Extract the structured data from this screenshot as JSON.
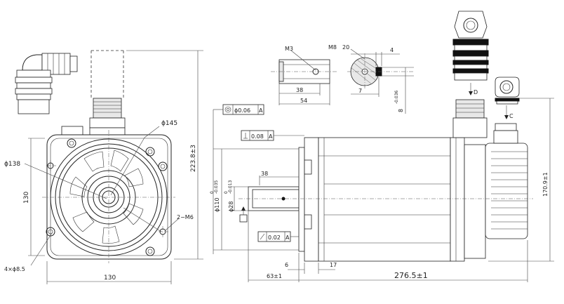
{
  "front_view": {
    "dia_145": "ϕ145",
    "dia_138": "ϕ138",
    "flange_height": "130",
    "flange_width": "130",
    "total_height": "223.8±3",
    "screw_m6": "2−M6",
    "holes": "4×ϕ8.5"
  },
  "key_detail": {
    "thread_m3": "M3",
    "thread_m8": "M8",
    "depth_20": "20",
    "len_38": "38",
    "len_54": "54",
    "key_4": "4",
    "key_7": "7",
    "key_tol": "8",
    "key_tol_sub": "-0.036"
  },
  "side_view": {
    "gdt_flatness": "ϕ0.06",
    "gdt_flatness_ref": "A",
    "gdt_perp": "0.08",
    "gdt_perp_ref": "A",
    "gdt_runout": "0.02",
    "gdt_runout_ref": "A",
    "shaft_len": "38",
    "pilot_dia": "ϕ110",
    "pilot_tol": "0",
    "pilot_tol_sub": "-0.035",
    "shaft_dia": "ϕ28",
    "shaft_tol": "0",
    "shaft_tol_sub": "-0.013",
    "dim_6": "6",
    "dim_17": "17",
    "dim_63": "63±1",
    "body_len": "276.5±1",
    "height_170": "170.9±1",
    "datum_a": "A",
    "label_d": "D",
    "label_c": "C"
  }
}
